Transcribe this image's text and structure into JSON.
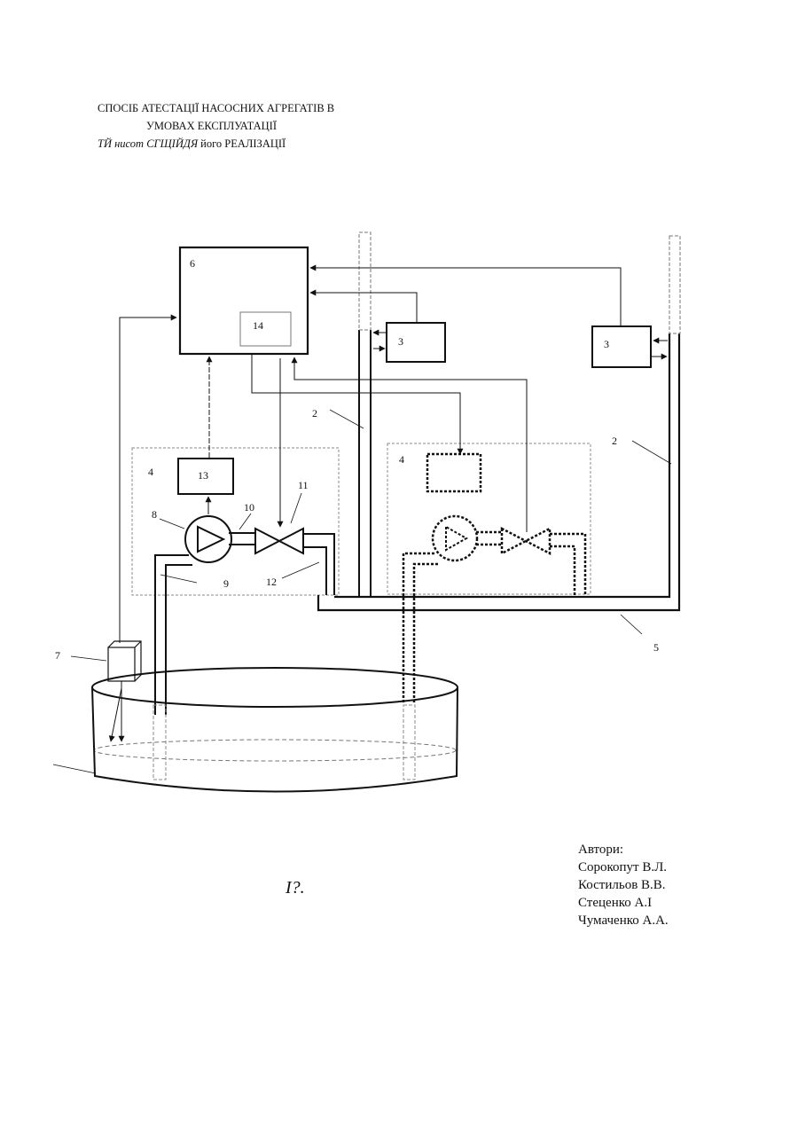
{
  "title": {
    "line1": "СПОСІБ АТЕСТАЦІЇ НАСОСНИХ АГРЕГАТІВ В",
    "line2": "УМОВАХ ЕКСПЛУАТАЦІЇ",
    "line3_italic": "ТЙ нисот СГЩІЙДЯ",
    "line3_rest": " його РЕАЛІЗАЦІЇ"
  },
  "labels": {
    "l6": "6",
    "l14": "14",
    "l3a": "3",
    "l3b": "3",
    "l2a": "2",
    "l2b": "2",
    "l4a": "4",
    "l4b": "4",
    "l13": "13",
    "l8": "8",
    "l10": "10",
    "l11": "11",
    "l9": "9",
    "l12": "12",
    "l7": "7",
    "l5": "5"
  },
  "figure_caption": "І?.",
  "authors": {
    "heading": "Автори:",
    "names": [
      "Сорокопут В.Л.",
      "Костильов В.В.",
      "Стеценко А.І",
      "Чумаченко А.А."
    ]
  }
}
